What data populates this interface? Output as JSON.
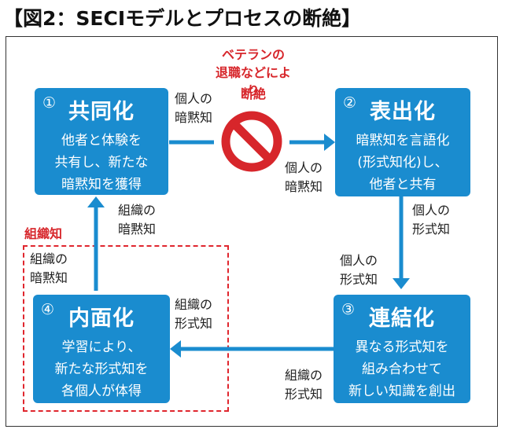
{
  "title": "【図2：SECIモデルとプロセスの断絶】",
  "boxes": {
    "b1": {
      "num": "①",
      "name": "共同化",
      "desc": "他者と体験を\n共有し、新たな\n暗黙知を獲得"
    },
    "b2": {
      "num": "②",
      "name": "表出化",
      "desc": "暗黙知を言語化\n(形式知化)し、\n他者と共有"
    },
    "b3": {
      "num": "③",
      "name": "連結化",
      "desc": "異なる形式知を\n組み合わせて\n新しい知識を創出"
    },
    "b4": {
      "num": "④",
      "name": "内面化",
      "desc": "学習により、\n新たな形式知を\n各個人が体得"
    }
  },
  "labels": {
    "veteran": "ベテランの\n退職などにより",
    "break": "断絶",
    "l1_out": "個人の\n暗黙知",
    "l2_in": "個人の\n暗黙知",
    "l2_out": "個人の\n形式知",
    "l3_in": "個人の\n形式知",
    "l3_out": "組織の\n形式知",
    "l4_in": "組織の\n形式知",
    "l4_out": "組織の\n暗黙知",
    "l1_in": "組織の\n暗黙知",
    "org_knowledge": "組織知"
  },
  "colors": {
    "box": "#1a8ccf",
    "arrow": "#1a8ccf",
    "alert": "#d7262b"
  },
  "icons": {
    "stop": "prohibition-icon"
  }
}
